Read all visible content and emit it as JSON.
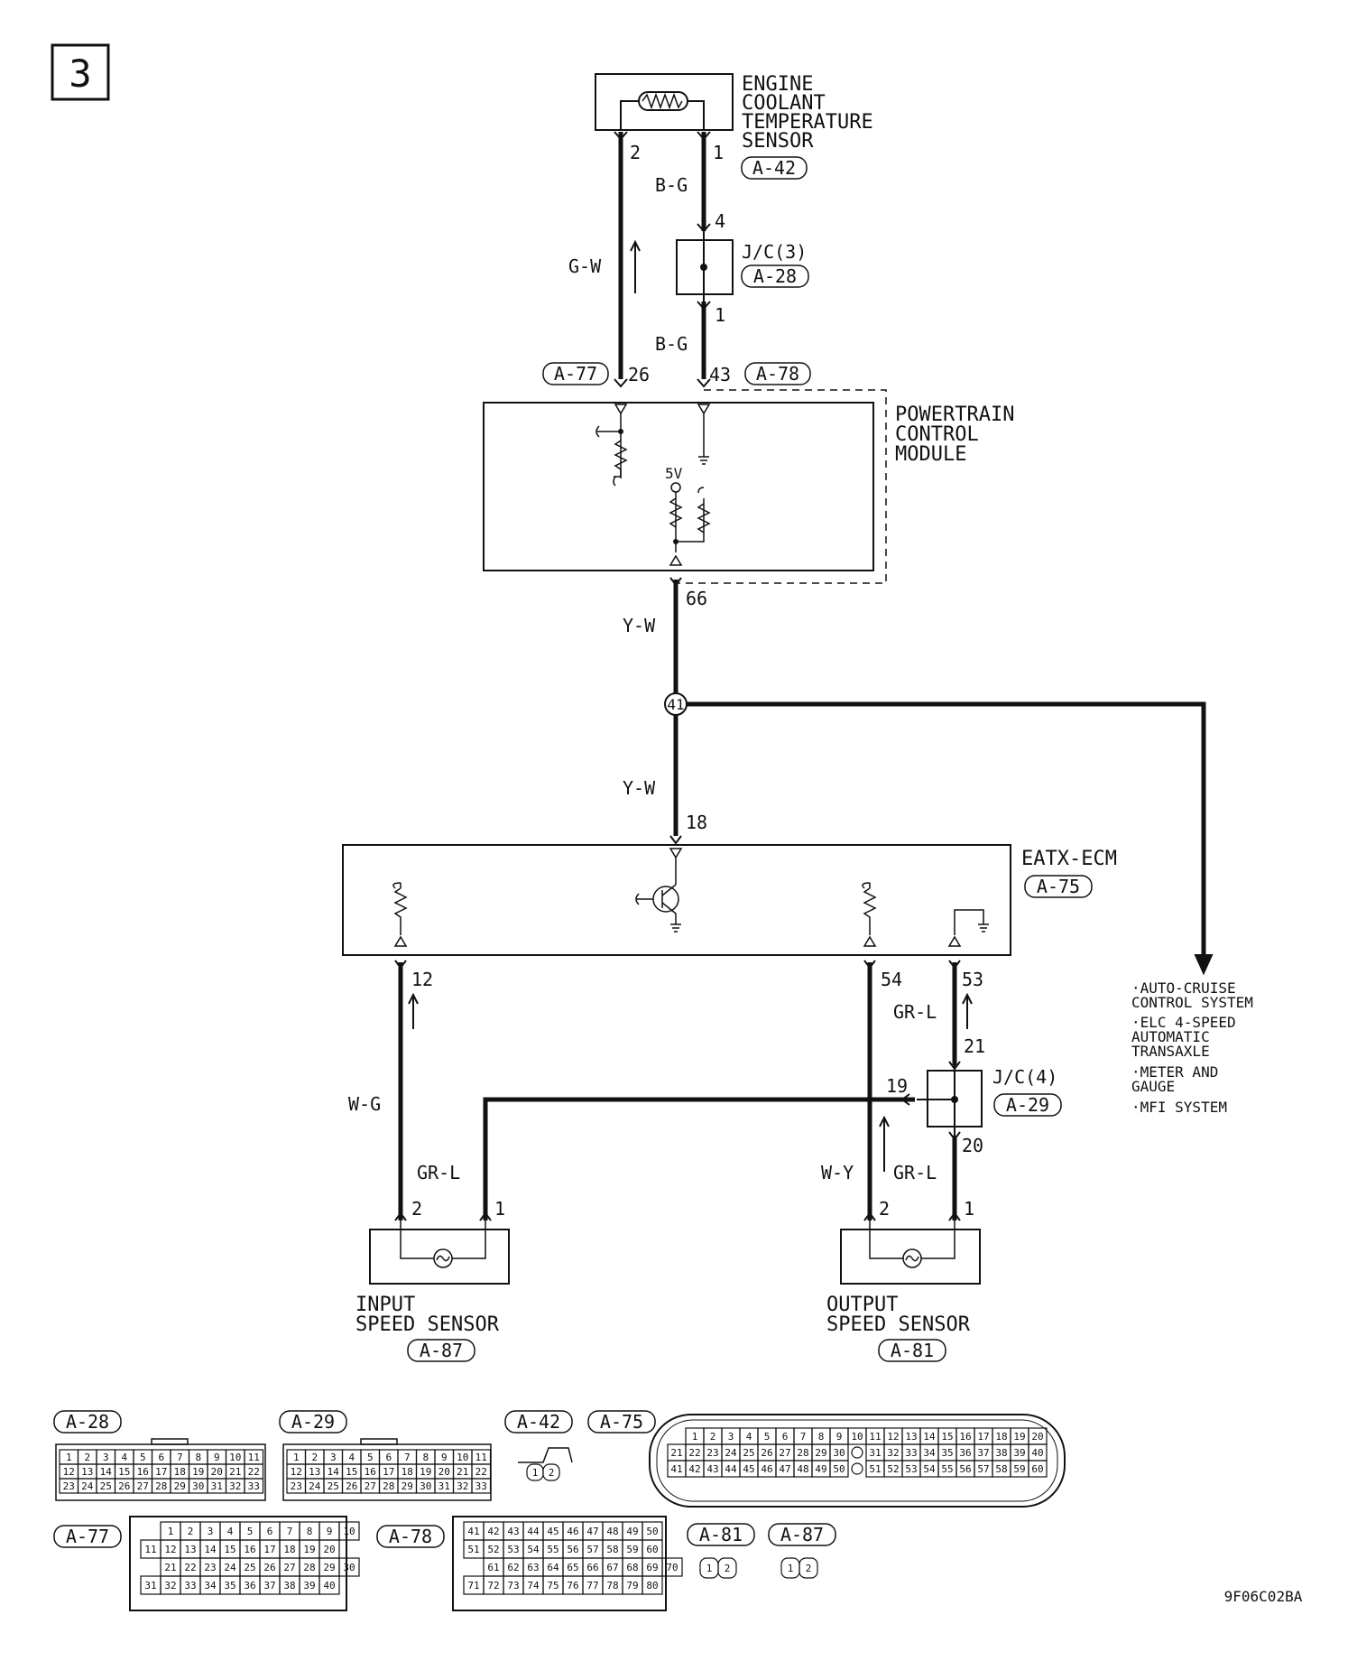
{
  "page": {
    "page_number": "3",
    "figure_code": "9F06C02BA"
  },
  "components": {
    "ect_sensor": {
      "name_lines": [
        "ENGINE",
        "COOLANT",
        "TEMPERATURE",
        "SENSOR"
      ],
      "connector": "A-42",
      "pins": [
        "2",
        "1"
      ]
    },
    "jc3": {
      "name": "J/C(3)",
      "connector": "A-28",
      "pin_top": "4",
      "pin_bottom": "1"
    },
    "pcm": {
      "name_lines": [
        "POWERTRAIN",
        "CONTROL",
        "MODULE"
      ],
      "left_connector": "A-77",
      "left_pin": "26",
      "right_pin": "43",
      "right_connector": "A-78",
      "bottom_pin": "66",
      "supply": "5V"
    },
    "splice": {
      "id": "41"
    },
    "eatx_ecm": {
      "name": "EATX-ECM",
      "connector": "A-75",
      "top_pin": "18",
      "pins": [
        "12",
        "54",
        "53"
      ]
    },
    "jc4": {
      "name": "J/C(4)",
      "connector": "A-29",
      "pin_top": "21",
      "pin_left": "19",
      "pin_bottom": "20"
    },
    "input_speed_sensor": {
      "name_lines": [
        "INPUT",
        "SPEED SENSOR"
      ],
      "connector": "A-87",
      "pins": [
        "2",
        "1"
      ]
    },
    "output_speed_sensor": {
      "name_lines": [
        "OUTPUT",
        "SPEED SENSOR"
      ],
      "connector": "A-81",
      "pins": [
        "2",
        "1"
      ]
    }
  },
  "wires": {
    "gw": "G-W",
    "bg_upper": "B-G",
    "bg_lower": "B-G",
    "yw_upper": "Y-W",
    "yw_lower": "Y-W",
    "wg": "W-G",
    "grl_input": "GR-L",
    "wy": "W-Y",
    "grl_output": "GR-L",
    "grl_ecm": "GR-L"
  },
  "destinations": [
    [
      "·AUTO-CRUISE",
      " CONTROL SYSTEM"
    ],
    [
      "·ELC 4-SPEED",
      " AUTOMATIC",
      " TRANSAXLE"
    ],
    [
      "·METER AND",
      " GAUGE"
    ],
    [
      "·MFI SYSTEM"
    ]
  ],
  "connector_views": {
    "a28": {
      "label": "A-28",
      "rows": [
        [
          "1",
          "2",
          "3",
          "4",
          "5",
          "6",
          "7",
          "8",
          "9",
          "10",
          "11"
        ],
        [
          "12",
          "13",
          "14",
          "15",
          "16",
          "17",
          "18",
          "19",
          "20",
          "21",
          "22"
        ],
        [
          "23",
          "24",
          "25",
          "26",
          "27",
          "28",
          "29",
          "30",
          "31",
          "32",
          "33"
        ]
      ]
    },
    "a29": {
      "label": "A-29",
      "rows": [
        [
          "1",
          "2",
          "3",
          "4",
          "5",
          "6",
          "7",
          "8",
          "9",
          "10",
          "11"
        ],
        [
          "12",
          "13",
          "14",
          "15",
          "16",
          "17",
          "18",
          "19",
          "20",
          "21",
          "22"
        ],
        [
          "23",
          "24",
          "25",
          "26",
          "27",
          "28",
          "29",
          "30",
          "31",
          "32",
          "33"
        ]
      ]
    },
    "a42": {
      "label": "A-42",
      "rows": [
        [
          "1",
          "2"
        ]
      ]
    },
    "a75": {
      "label": "A-75",
      "rows": [
        [
          "1",
          "2",
          "3",
          "4",
          "5",
          "6",
          "7",
          "8",
          "9",
          "10",
          "11",
          "12",
          "13",
          "14",
          "15",
          "16",
          "17",
          "18",
          "19",
          "20"
        ],
        [
          "21",
          "22",
          "23",
          "24",
          "25",
          "26",
          "27",
          "28",
          "29",
          "30",
          "",
          "31",
          "32",
          "33",
          "34",
          "35",
          "36",
          "37",
          "38",
          "39",
          "40"
        ],
        [
          "41",
          "42",
          "43",
          "44",
          "45",
          "46",
          "47",
          "48",
          "49",
          "50",
          "",
          "51",
          "52",
          "53",
          "54",
          "55",
          "56",
          "57",
          "58",
          "59",
          "60"
        ]
      ]
    },
    "a77": {
      "label": "A-77",
      "rows": [
        [
          "1",
          "2",
          "3",
          "4",
          "5",
          "6",
          "7",
          "8",
          "9",
          "10"
        ],
        [
          "11",
          "12",
          "13",
          "14",
          "15",
          "16",
          "17",
          "18",
          "19",
          "20"
        ],
        [
          "21",
          "22",
          "23",
          "24",
          "25",
          "26",
          "27",
          "28",
          "29",
          "30"
        ],
        [
          "31",
          "32",
          "33",
          "34",
          "35",
          "36",
          "37",
          "38",
          "39",
          "40"
        ]
      ]
    },
    "a78": {
      "label": "A-78",
      "rows": [
        [
          "41",
          "42",
          "43",
          "44",
          "45",
          "46",
          "47",
          "48",
          "49",
          "50"
        ],
        [
          "51",
          "52",
          "53",
          "54",
          "55",
          "56",
          "57",
          "58",
          "59",
          "60"
        ],
        [
          "61",
          "62",
          "63",
          "64",
          "65",
          "66",
          "67",
          "68",
          "69",
          "70"
        ],
        [
          "71",
          "72",
          "73",
          "74",
          "75",
          "76",
          "77",
          "78",
          "79",
          "80"
        ]
      ]
    },
    "a81": {
      "label": "A-81",
      "rows": [
        [
          "1",
          "2"
        ]
      ]
    },
    "a87": {
      "label": "A-87",
      "rows": [
        [
          "1",
          "2"
        ]
      ]
    }
  }
}
